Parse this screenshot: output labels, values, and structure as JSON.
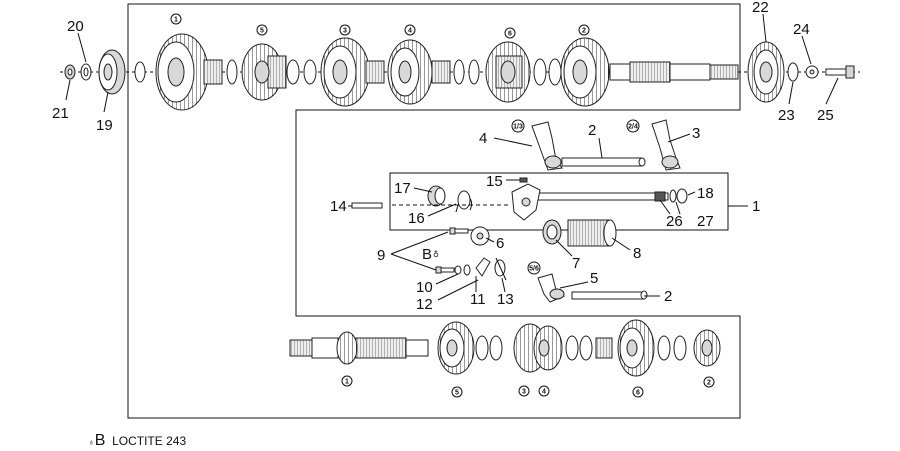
{
  "legend": {
    "symbol": "B",
    "text": "LOCTITE 243"
  },
  "callouts": {
    "c1": "1",
    "c2a": "2",
    "c2b": "2",
    "c3": "3",
    "c4": "4",
    "c5": "5",
    "c6": "6",
    "c7": "7",
    "c8": "8",
    "c9": "9",
    "c10": "10",
    "c11": "11",
    "c12": "12",
    "c13": "13",
    "c14": "14",
    "c15": "15",
    "c16": "16",
    "c17": "17",
    "c18": "18",
    "c19": "19",
    "c20": "20",
    "c21": "21",
    "c22": "22",
    "c23": "23",
    "c24": "24",
    "c25": "25",
    "c26": "26",
    "c27": "27",
    "loctite_b": "B"
  },
  "gear_marks": {
    "top": [
      "1",
      "5",
      "3",
      "4",
      "6",
      "2"
    ],
    "bottom": [
      "1",
      "5",
      "3",
      "4",
      "6",
      "2"
    ],
    "fork_top_left": "1/3",
    "fork_top_right": "2/4",
    "fork_bottom": "5/6"
  }
}
